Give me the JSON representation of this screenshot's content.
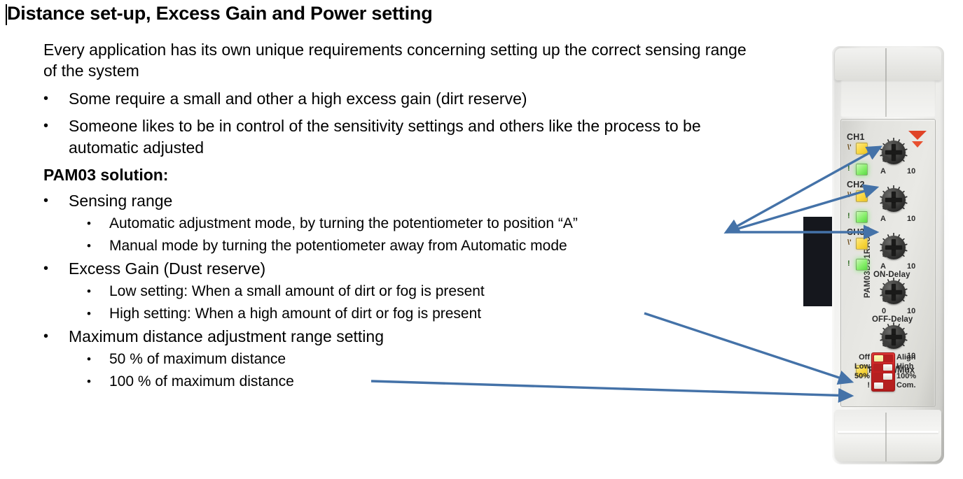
{
  "slide": {
    "title": "Distance set-up, Excess Gain and Power setting",
    "intro": "Every application has its own unique requirements concerning setting up the correct sensing range of the system",
    "bullet_mark": "•",
    "bullets_top": [
      "Some require a small and other a high excess gain (dirt reserve)",
      "Someone likes to be in control of the sensitivity settings and others like the process to be automatic adjusted"
    ],
    "solution_heading": "PAM03 solution:",
    "sections": [
      {
        "label": "Sensing range",
        "sub": [
          "Automatic adjustment mode, by turning the potentiometer to position “A”",
          "Manual mode by turning the potentiometer away from Automatic mode"
        ]
      },
      {
        "label": "Excess Gain (Dust reserve)",
        "sub": [
          "Low setting: When a small amount of dirt or fog is present",
          "High setting: When a high amount of dirt or fog is present"
        ]
      },
      {
        "label": "Maximum distance adjustment range setting",
        "sub": [
          "50 % of maximum distance",
          "100 % of maximum distance"
        ]
      }
    ]
  },
  "device": {
    "model": "PAM03DB1RAU24",
    "channels": [
      {
        "name": "CH1",
        "yellow_glyph": "\\'",
        "green_glyph": "!"
      },
      {
        "name": "CH2",
        "yellow_glyph": "\\'",
        "green_glyph": "!"
      },
      {
        "name": "CH3",
        "yellow_glyph": "\\'",
        "green_glyph": "!"
      }
    ],
    "pots": [
      {
        "id": "ch1-pot",
        "min": "A",
        "max": "10",
        "caption": ""
      },
      {
        "id": "ch2-pot",
        "min": "A",
        "max": "10",
        "caption": ""
      },
      {
        "id": "ch3-pot",
        "min": "A",
        "max": "10",
        "caption": "ON-Delay"
      },
      {
        "id": "on-delay-pot",
        "min": "0",
        "max": "10",
        "caption": "OFF-Delay"
      },
      {
        "id": "off-delay-pot",
        "min": "0",
        "max": "10",
        "caption": ""
      }
    ],
    "power_label": "Power/Mux",
    "dip_left_labels": [
      "Off",
      "Low",
      "50%",
      "!"
    ],
    "dip_right_labels": [
      "Align",
      "High",
      "100%",
      "Com."
    ]
  },
  "colors": {
    "arrow_blue": "#4472a8",
    "led_yellow": "#f7d43a",
    "led_green": "#86ef6a",
    "dip_red": "#c52020",
    "indicator_red": "#e04326",
    "black_block": "#15171d"
  }
}
